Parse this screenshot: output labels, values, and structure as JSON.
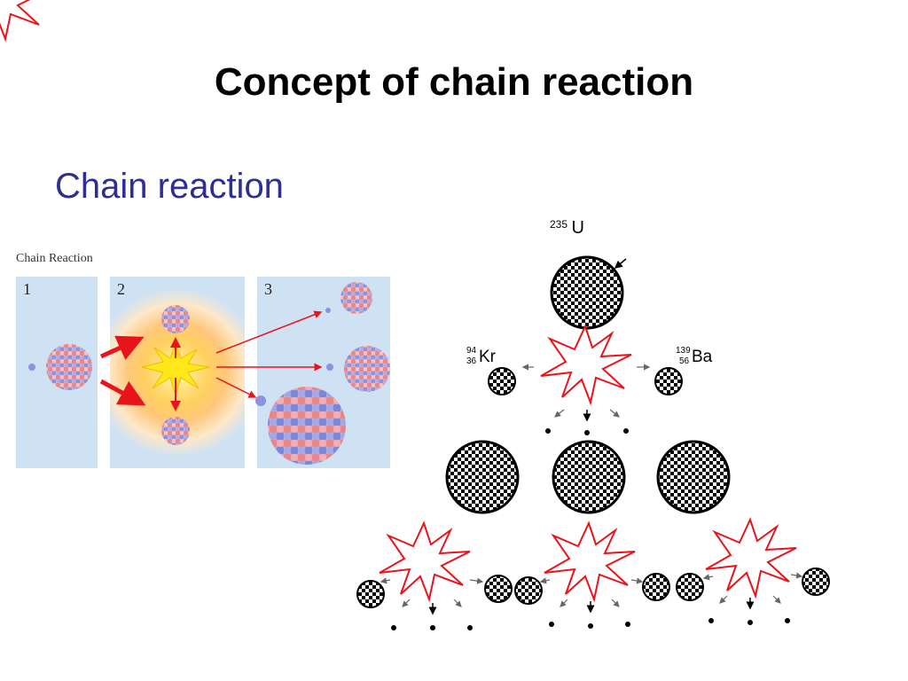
{
  "slide": {
    "title": "Concept of chain reaction",
    "subtitle": "Chain reaction"
  },
  "left_figure": {
    "caption": "Chain Reaction",
    "panels": [
      "1",
      "2",
      "3"
    ]
  },
  "right_figure": {
    "uranium": {
      "mass": "235",
      "symbol": "U"
    },
    "krypton": {
      "mass": "94",
      "atomic": "36",
      "symbol": "Kr"
    },
    "barium": {
      "mass": "139",
      "atomic": "56",
      "symbol": "Ba"
    }
  },
  "colors": {
    "subtitle": "#2d2f91",
    "panel_bg": "#cfe2f3",
    "explosion": "#e8141c",
    "proton": "#e8868a",
    "neutron": "#7e86d8"
  }
}
